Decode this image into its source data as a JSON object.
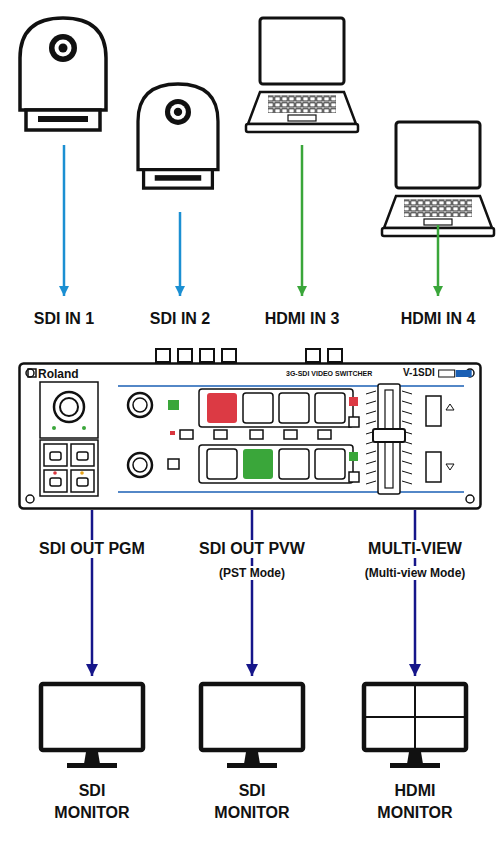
{
  "diagram": {
    "nodes": [
      {
        "text": [
          "Roland",
          "3G-SDI VIDEO SWITCHER",
          "V-1SDI"
        ]
      },
      {
        "text": [
          "SDI MONITOR"
        ]
      },
      {
        "text": [
          "SDI MONITOR"
        ]
      },
      {
        "text": [
          "HDMI MONITOR"
        ]
      }
    ],
    "edges": [
      {
        "from": 0,
        "to": 1,
        "arrow": "to"
      },
      {
        "from": 0,
        "to": 2,
        "arrow": "to"
      },
      {
        "from": 0,
        "to": 3,
        "arrow": "to"
      }
    ],
    "labels": [
      "SDI IN 1",
      "SDI IN 2",
      "HDMI IN 3",
      "HDMI IN 4",
      "SDI OUT PGM",
      "SDI OUT PVW",
      "(PST Mode)",
      "MULTI-VIEW",
      "(Multi-view Mode)"
    ]
  }
}
